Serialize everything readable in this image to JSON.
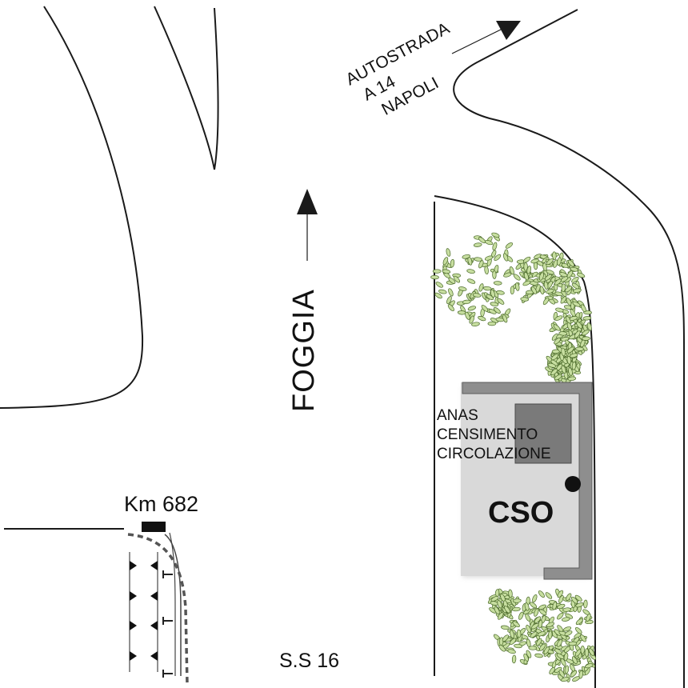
{
  "labels": {
    "autostrada_l1": "AUTOSTRADA",
    "autostrada_l2": "A 14",
    "autostrada_l3": "NAPOLI",
    "foggia": "FOGGIA",
    "anas_l1": "ANAS",
    "anas_l2": "CENSIMENTO",
    "anas_l3": "CIRCOLAZIONE",
    "cso": "CSO",
    "km": "Km 682",
    "road": "S.S 16"
  },
  "colors": {
    "line": "#1a1a1a",
    "foliage_fill": "#c7dea0",
    "foliage_stroke": "#4b6a2a",
    "building_bg": "#d9d9d9",
    "building_wall": "#8e8e8e",
    "equipment_box": "#7a7a7a"
  },
  "icons": {
    "direction_arrow": "arrow-icon",
    "station_marker": "dot-icon",
    "km_marker": "milestone-icon"
  }
}
